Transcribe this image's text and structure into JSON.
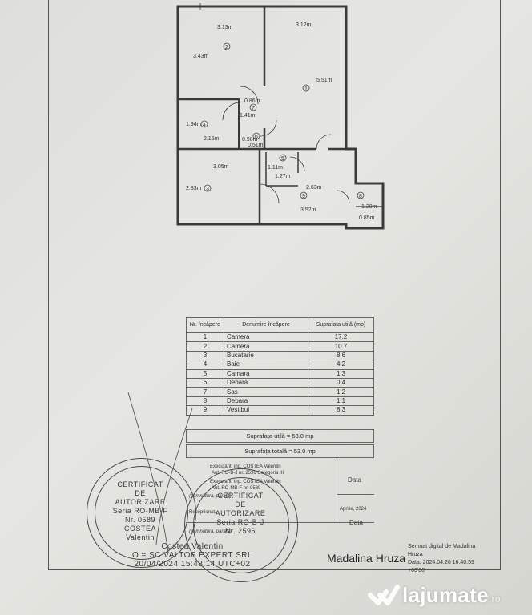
{
  "plan": {
    "dims": [
      "3.13m",
      "3.12m",
      "3.43m",
      "5.51m",
      "0.86m",
      "1.41m",
      "1.94m",
      "2.15m",
      "0.98m",
      "0.51m",
      "3.05m",
      "1.11m",
      "1.27m",
      "2.83m",
      "2.63m",
      "3.52m",
      "1.29m",
      "0.85m"
    ],
    "room_numbers": [
      "2",
      "1",
      "7",
      "4",
      "6",
      "3",
      "5",
      "9",
      "8"
    ]
  },
  "table": {
    "headers": {
      "nr": "Nr. încăpere",
      "name": "Denumire încăpere",
      "area": "Suprafața utilă (mp)"
    },
    "rows": [
      {
        "nr": "1",
        "name": "Camera",
        "area": "17.2"
      },
      {
        "nr": "2",
        "name": "Camera",
        "area": "10.7"
      },
      {
        "nr": "3",
        "name": "Bucatarie",
        "area": "8.6"
      },
      {
        "nr": "4",
        "name": "Baie",
        "area": "4.2"
      },
      {
        "nr": "5",
        "name": "Camara",
        "area": "1.3"
      },
      {
        "nr": "6",
        "name": "Debara",
        "area": "0.4"
      },
      {
        "nr": "7",
        "name": "Sas",
        "area": "1.2"
      },
      {
        "nr": "8",
        "name": "Debara",
        "area": "1.1"
      },
      {
        "nr": "9",
        "name": "Vestibul",
        "area": "8.3"
      }
    ],
    "total_useful": "Suprafața utilă = 53.0 mp",
    "total_overall": "Suprafața totală = 53.0 mp"
  },
  "signatures": {
    "executed_1": "Executant: ing. COSTEA Valentin",
    "executed_1b": "Aut. RO-B-J nr. 2596 Categoria III",
    "executed_2": "Executant: ing. COSTEA Valentin",
    "executed_2b": "Aut. RO-MB-F nr. 0589",
    "semn1": "(semnătura, parafa)",
    "semn2": "(semnătura, parafa)",
    "receptionat": "Recepționat,",
    "data_header": "Data",
    "data_value": "Aprilie, 2024",
    "data_footer": "Data"
  },
  "stamp_left": {
    "line1": "CERTIFICAT",
    "line2": "DE",
    "line3": "AUTORIZARE",
    "line4": "Seria RO-MB-F",
    "line5": "Nr. 0589",
    "line6": "COSTEA",
    "line7": "Valentin"
  },
  "stamp_right": {
    "line1": "CERTIFICAT",
    "line2": "DE",
    "line3": "AUTORIZARE",
    "line4": "Seria RO-B-J",
    "line5": "Nr. 2596"
  },
  "digital_sig_overlay": {
    "line1": "Costea Valentin",
    "line2": "O = SC VALTOP EXPERT SRL",
    "line3": "20/04/2024 15:48:14 UTC+02"
  },
  "signer_name": "Madalina Hruza",
  "digital_signature": {
    "line1": "Semnat digital de Madalina",
    "line2": "Hruza",
    "line3": "Data: 2024.04.26 16:40:59",
    "line4": "+03'00'"
  },
  "watermark": {
    "brand": "lajumate",
    "suffix": ".ro"
  }
}
